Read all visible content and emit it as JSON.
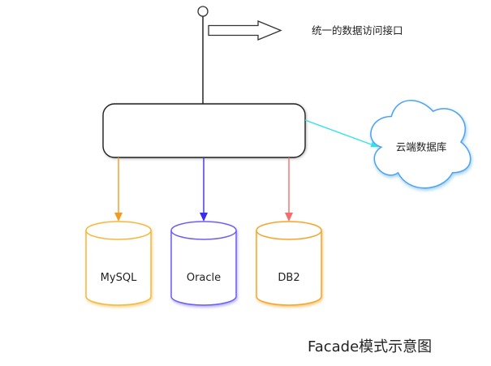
{
  "diagram": {
    "interface_label": "统一的数据访问接口",
    "client": {
      "color": "#333333"
    },
    "facade_box": {
      "outline_color": "#1f1f1f"
    },
    "cloud": {
      "label": "云端数据库",
      "color": "#4aa3ee",
      "link_color": "#2fe3ec"
    },
    "databases": [
      {
        "label": "MySQL",
        "color": "#f6b73c",
        "arrow_color": "#f39b1f"
      },
      {
        "label": "Oracle",
        "color": "#6d5ff2",
        "arrow_color": "#3b2df0"
      },
      {
        "label": "DB2",
        "color": "#f5a52a",
        "arrow_color": "#f56c6c"
      }
    ],
    "caption": "Facade模式示意图"
  }
}
